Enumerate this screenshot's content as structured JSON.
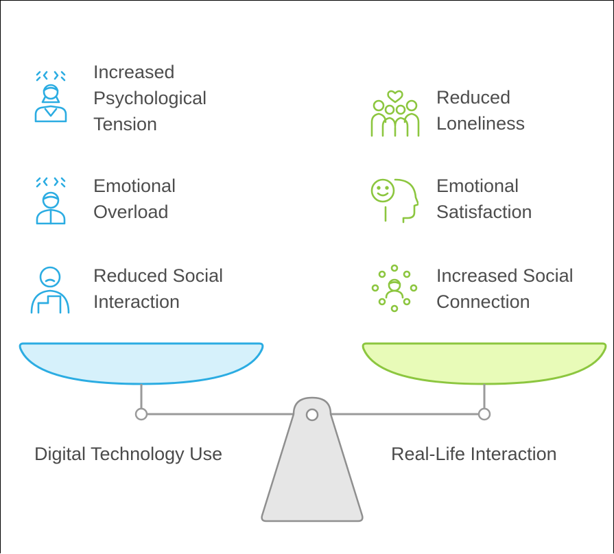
{
  "diagram": {
    "left_side": {
      "label": "Digital Technology Use",
      "color": "#2bace2",
      "fill": "#d6f1fb",
      "items": [
        {
          "icon": "stressed-person-icon",
          "lines": [
            "Increased",
            "Psychological",
            "Tension"
          ]
        },
        {
          "icon": "overwhelmed-head-icon",
          "lines": [
            "Emotional",
            "Overload"
          ]
        },
        {
          "icon": "isolated-person-at-desk-icon",
          "lines": [
            "Reduced Social",
            "Interaction"
          ]
        }
      ]
    },
    "right_side": {
      "label": "Real-Life Interaction",
      "color": "#8cc63f",
      "fill": "#e8fbb8",
      "items": [
        {
          "icon": "family-group-heart-icon",
          "lines": [
            "Reduced",
            "Loneliness"
          ]
        },
        {
          "icon": "smiling-face-profile-icon",
          "lines": [
            "Emotional",
            "Satisfaction"
          ]
        },
        {
          "icon": "connected-community-icon",
          "lines": [
            "Increased Social",
            "Connection"
          ]
        }
      ]
    },
    "balance": {
      "pan_stroke": "#9a9a9a",
      "base_fill": "#e6e6e6",
      "base_stroke": "#8f8f8f"
    }
  }
}
